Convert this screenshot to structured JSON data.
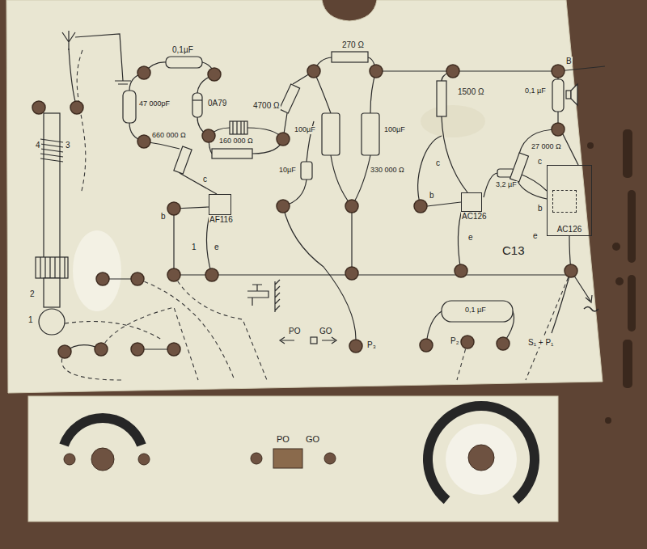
{
  "diagram": {
    "nodes": [
      {
        "text": [
          "AF116"
        ]
      },
      {
        "text": [
          "AC126"
        ]
      },
      {
        "text": [
          "AC126"
        ]
      }
    ],
    "labels": [
      "0,1µF",
      "47 000pF",
      "0A79",
      "660 000 Ω",
      "4700 Ω",
      "160 000 Ω",
      "270 Ω",
      "100µF",
      "100µF",
      "10µF",
      "1500 Ω",
      "330 000 Ω",
      "3,2 µF",
      "0,1 µF",
      "27 000 Ω",
      "B",
      "4",
      "3",
      "2",
      "1",
      "c",
      "b",
      "e",
      "1",
      "c",
      "b",
      "e",
      "c",
      "b",
      "e",
      "C13",
      "PO",
      "GO",
      "P₃",
      "0,1 µF",
      "P₂",
      "S₁ + P₁",
      "PO",
      "GO"
    ]
  }
}
